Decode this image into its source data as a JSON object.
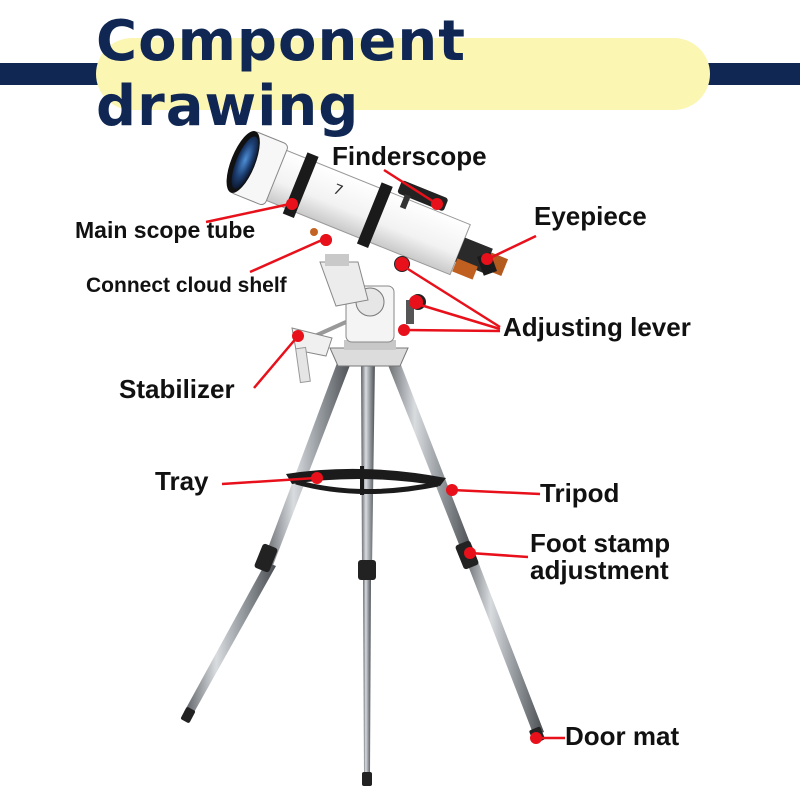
{
  "title": "Component drawing",
  "colors": {
    "title_bar": "#0f2752",
    "title_background": "#fbf6b2",
    "callout": "#e8101a",
    "text": "#111111"
  },
  "labels": {
    "finderscope": "Finderscope",
    "eyepiece": "Eyepiece",
    "main_scope_tube": "Main scope tube",
    "connect_cloud_shelf": "Connect cloud shelf",
    "adjusting_lever": "Adjusting lever",
    "stabilizer": "Stabilizer",
    "tray": "Tray",
    "tripod": "Tripod",
    "foot_stamp_adjustment_line1": "Foot stamp",
    "foot_stamp_adjustment_line2": "adjustment",
    "door_mat": "Door mat"
  }
}
